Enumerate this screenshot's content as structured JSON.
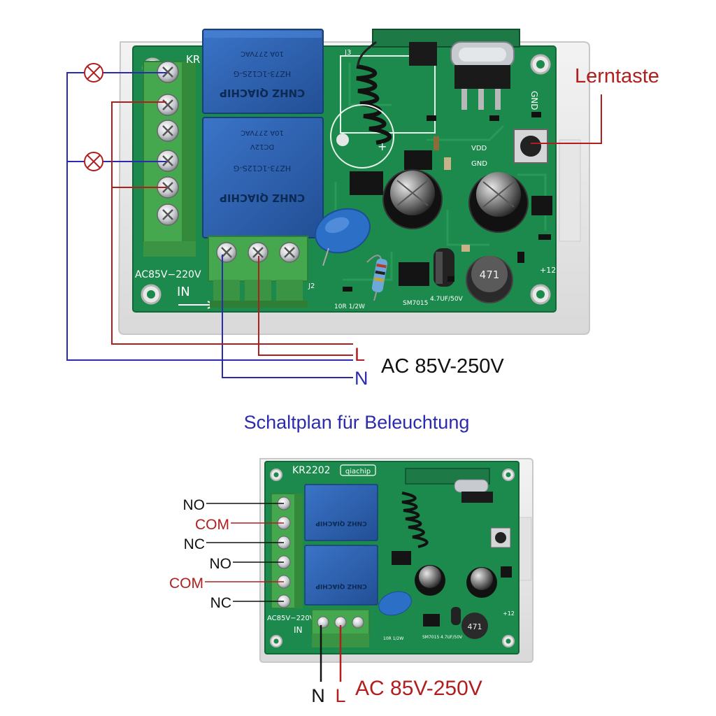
{
  "colors": {
    "pcb": "#1c8a4c",
    "pcb_dark": "#126638",
    "relay": "#2c62b4",
    "terminal": "#45a84e",
    "wire_red": "#b01e1e",
    "wire_blue": "#2b2bb0",
    "wire_black": "#111111",
    "label_red": "#b01e1e",
    "label_blue": "#2b2bb0",
    "label_black": "#111111"
  },
  "top_diagram": {
    "lerntaste_label": "Lerntaste",
    "supply": {
      "l_label": "L",
      "n_label": "N",
      "voltage_label": "AC 85V-250V"
    },
    "board": {
      "model_partial": "KR",
      "input_label": "AC85V−220V",
      "in_label": "IN",
      "j2_label": "J2",
      "j3_label": "J3",
      "gnd_label": "GND",
      "vdd_label": "VDD",
      "gnd2_label": "GND",
      "plus12_label": "+12",
      "resistor_label": "10R 1/2W",
      "regulator_label": "SM7015",
      "cap_label": "4.7UF/50V",
      "inductor_label": "471",
      "relay_brand": "CNHZ QIACHIP",
      "relay_model": "HZ73-1C12S-G",
      "relay_rating": "10A 277VAC",
      "relay_voltage": "DC12V"
    }
  },
  "title": "Schaltplan für Beleuchtung",
  "bottom_diagram": {
    "terminal_labels": [
      "NO",
      "COM",
      "NC",
      "NO",
      "COM",
      "NC"
    ],
    "supply": {
      "n_label": "N",
      "l_label": "L",
      "voltage_label": "AC 85V-250V"
    },
    "board": {
      "model": "KR2202",
      "brand": "qiachip",
      "input_label": "AC85V−220V",
      "in_label": "IN",
      "regulator_label": "SM7015",
      "cap_label": "4.7UF/50V",
      "resistor_label": "10R 1/2W",
      "inductor_label": "471",
      "plus12_label": "+12"
    }
  }
}
